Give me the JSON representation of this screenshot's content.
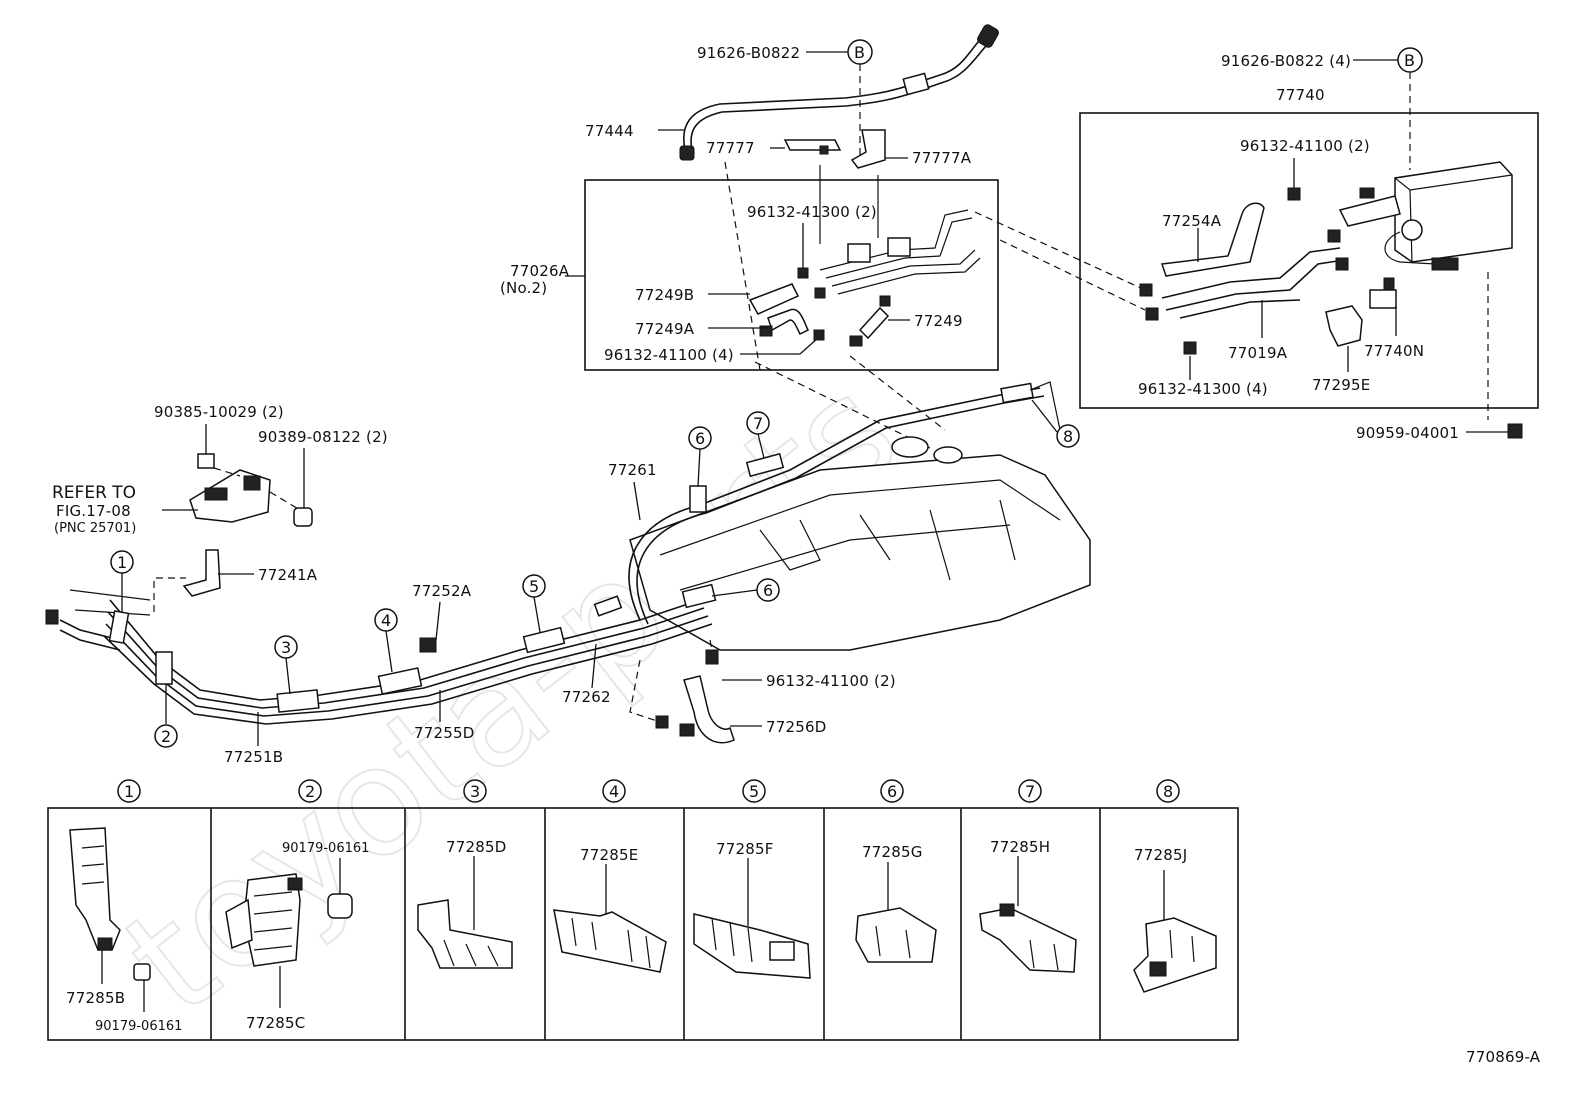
{
  "diagram": {
    "watermark": "toyota-parts",
    "figure_id": "770869-A",
    "callouts_top": {
      "hose_clip_b": "91626-B0822",
      "hose_clip_b_right": "91626-B0822 (4)",
      "ref_b": "B",
      "ref_b2": "B",
      "canister_assy": "77740",
      "tube_77444": "77444",
      "bracket_77777": "77777",
      "bracket_77777a": "77777A",
      "set_77026a": "77026A",
      "set_77026a_no": "(No.2)",
      "clip_96132_41300_2": "96132-41300 (2)",
      "hose_77249b": "77249B",
      "hose_77249a": "77249A",
      "hose_77249": "77249",
      "clip_96132_41100_4": "96132-41100 (4)",
      "clip_96132_41100_2_right": "96132-41100 (2)",
      "hose_77254a": "77254A",
      "hose_77019a": "77019A",
      "clip_96132_41300_4": "96132-41300 (4)",
      "bracket_77295e": "77295E",
      "valve_77740n": "77740N",
      "plug_90959": "90959-04001"
    },
    "callouts_left": {
      "bolt_90385": "90385-10029 (2)",
      "grommet_90389": "90389-08122 (2)",
      "refer_to": "REFER TO",
      "refer_fig": "FIG.17-08",
      "refer_pnc": "(PNC 25701)",
      "hose_77241a": "77241A",
      "hose_77252a": "77252A",
      "tube_77261": "77261",
      "tube_77262": "77262",
      "tube_77251b": "77251B",
      "tube_77255d": "77255D",
      "clip_96132_41100_2_low": "96132-41100 (2)",
      "hose_77256d": "77256D"
    },
    "circled_refs": [
      "1",
      "2",
      "3",
      "4",
      "5",
      "6",
      "7",
      "8"
    ],
    "clamps": [
      {
        "index": "1",
        "part": "77285B",
        "extra": "90179-06161"
      },
      {
        "index": "2",
        "part": "77285C",
        "extra": "90179-06161"
      },
      {
        "index": "3",
        "part": "77285D",
        "extra": ""
      },
      {
        "index": "4",
        "part": "77285E",
        "extra": ""
      },
      {
        "index": "5",
        "part": "77285F",
        "extra": ""
      },
      {
        "index": "6",
        "part": "77285G",
        "extra": ""
      },
      {
        "index": "7",
        "part": "77285H",
        "extra": ""
      },
      {
        "index": "8",
        "part": "77285J",
        "extra": ""
      }
    ]
  }
}
